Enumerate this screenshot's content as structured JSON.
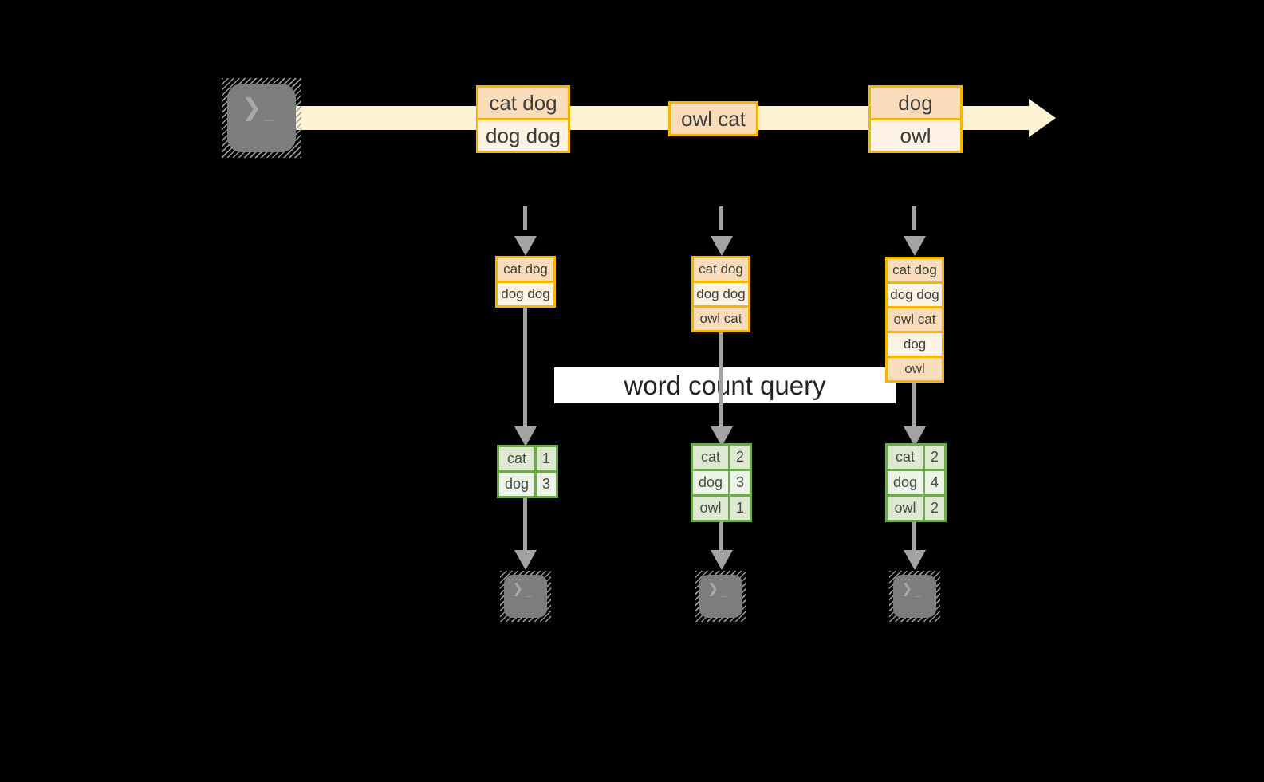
{
  "colors": {
    "background": "#000000",
    "stream_band": "#fdf3d3",
    "box_border_gold": "#f5b501",
    "row_peach": "#fadcba",
    "row_cream": "#fdf2e3",
    "table_border_green": "#6faa50",
    "cell_green_dark": "#dde9d1",
    "cell_green_light": "#edf3e6",
    "arrow_gray": "#a3a3a3",
    "terminal_gray": "#7d7d7d",
    "query_label_bg": "#ffffff",
    "text_dark": "#3d3d3d"
  },
  "source_terminal": {
    "icon": "terminal-icon",
    "prompt": "❯",
    "cursor": "_"
  },
  "stream": {
    "boxes": [
      {
        "rows": [
          "cat dog",
          "dog dog"
        ]
      },
      {
        "rows": [
          "owl cat"
        ]
      },
      {
        "rows": [
          "dog",
          "owl"
        ]
      }
    ]
  },
  "query": {
    "label": "word count query"
  },
  "batches": [
    {
      "rows": [
        "cat dog",
        "dog dog"
      ]
    },
    {
      "rows": [
        "cat dog",
        "dog dog",
        "owl cat"
      ]
    },
    {
      "rows": [
        "cat dog",
        "dog dog",
        "owl cat",
        "dog",
        "owl"
      ]
    }
  ],
  "results": [
    {
      "rows": [
        {
          "word": "cat",
          "count": "1"
        },
        {
          "word": "dog",
          "count": "3"
        }
      ]
    },
    {
      "rows": [
        {
          "word": "cat",
          "count": "2"
        },
        {
          "word": "dog",
          "count": "3"
        },
        {
          "word": "owl",
          "count": "1"
        }
      ]
    },
    {
      "rows": [
        {
          "word": "cat",
          "count": "2"
        },
        {
          "word": "dog",
          "count": "4"
        },
        {
          "word": "owl",
          "count": "2"
        }
      ]
    }
  ],
  "sink_terminals": [
    {
      "icon": "terminal-icon",
      "prompt": "❯",
      "cursor": "_"
    },
    {
      "icon": "terminal-icon",
      "prompt": "❯",
      "cursor": "_"
    },
    {
      "icon": "terminal-icon",
      "prompt": "❯",
      "cursor": "_"
    }
  ]
}
